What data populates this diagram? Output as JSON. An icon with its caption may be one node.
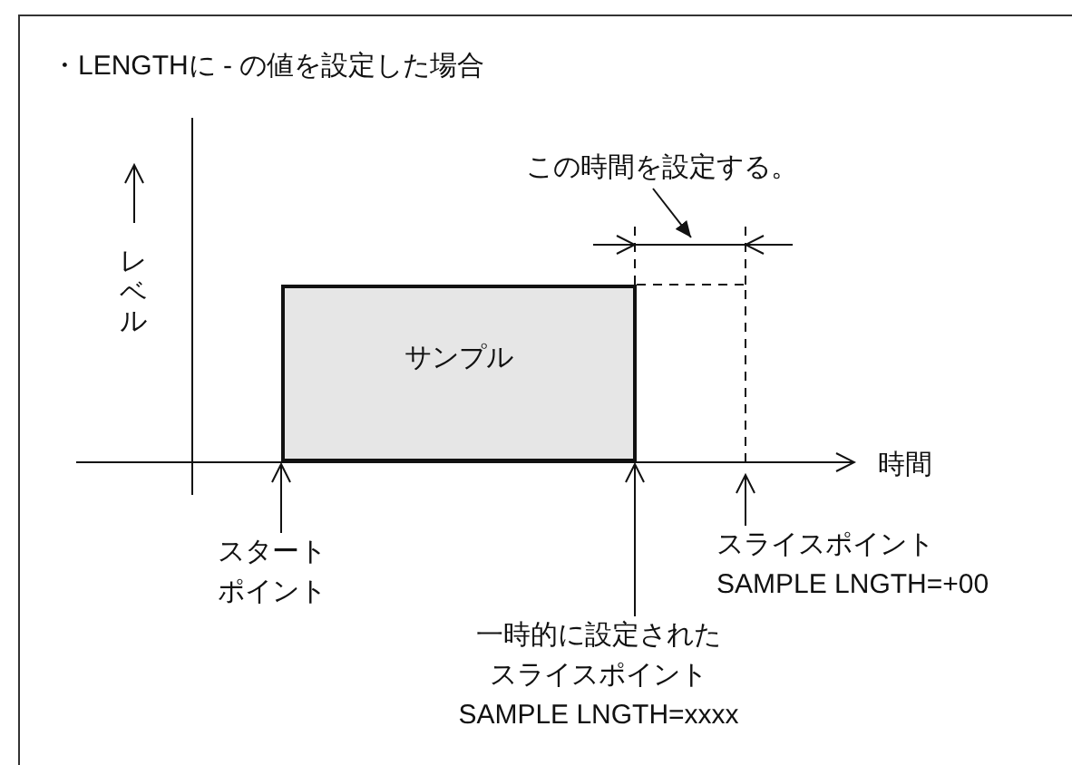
{
  "diagram": {
    "title": "・LENGTHに - の値を設定した場合",
    "nodes": [
      {
        "text": [
          "サンプル"
        ]
      },
      {
        "text": [
          "スタートポイント"
        ]
      },
      {
        "text": [
          "一時的に設定されたスライスポイント",
          "SAMPLE LNGTH=xxxx"
        ]
      },
      {
        "text": [
          "スライスポイント",
          "SAMPLE LNGTH=+00"
        ]
      },
      {
        "text": [
          "この時間を設定する。"
        ]
      }
    ],
    "edges": [
      {
        "from": 1,
        "to": 0,
        "arrow": "to"
      },
      {
        "from": 2,
        "to": 0,
        "arrow": "to"
      },
      {
        "from": 3,
        "to": null,
        "arrow": "to"
      },
      {
        "from": 4,
        "to": null,
        "arrow": "to"
      }
    ],
    "labels": [
      "レベル",
      "時間"
    ]
  }
}
